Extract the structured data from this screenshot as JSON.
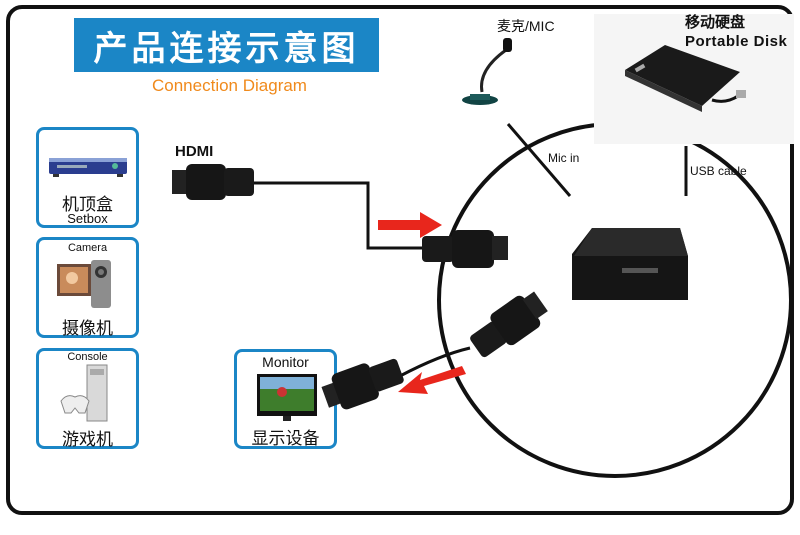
{
  "title": "产品连接示意图",
  "subtitle": "Connection Diagram",
  "hdmi_label": "HDMI",
  "mic": {
    "label": "麦克/MIC",
    "port_label": "Mic in"
  },
  "disk": {
    "label_cn": "移动硬盘",
    "label_en": "Portable Disk",
    "port_label": "USB cable"
  },
  "sources": [
    {
      "cn": "机顶盒",
      "en": "Setbox"
    },
    {
      "cn": "摄像机",
      "en": "Camera"
    },
    {
      "cn": "游戏机",
      "en": "Console"
    }
  ],
  "monitor": {
    "en": "Monitor",
    "cn": "显示设备"
  },
  "colors": {
    "title_bg": "#1b86c6",
    "subtitle": "#f08a1c",
    "arrow": "#e8261c",
    "box_border": "#1b86c6"
  }
}
